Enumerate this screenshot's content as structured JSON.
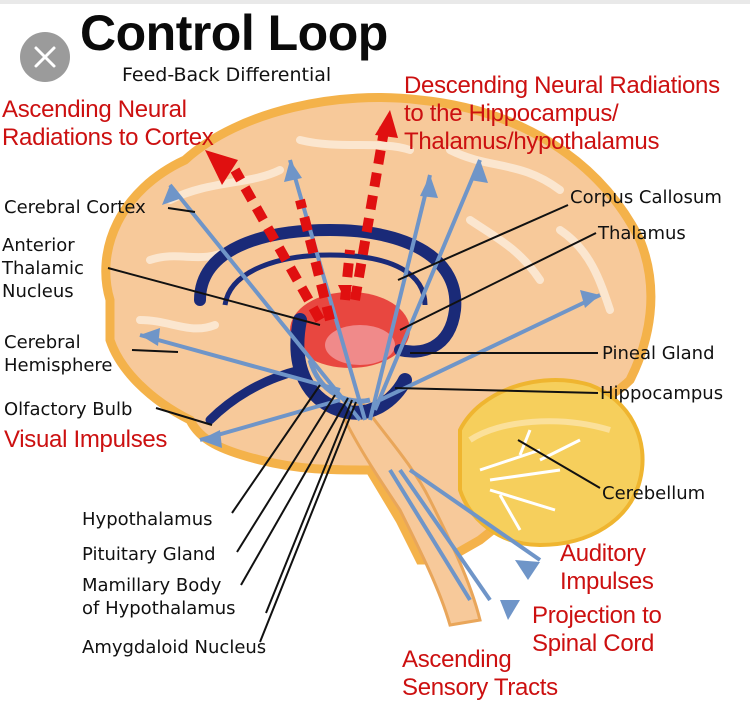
{
  "title": "Control Loop",
  "subtitle": "Feed-Back Differential",
  "labels": {
    "ascending_neural": "Ascending Neural\nRadiations to Cortex",
    "descending_neural": "Descending Neural Radiations\nto the Hippocampus/\nThalamus/hypothalamus",
    "cerebral_cortex": "Cerebral Cortex",
    "anterior_thalamic": "Anterior\nThalamic\nNucleus",
    "cerebral_hemisphere": "Cerebral\nHemisphere",
    "olfactory_bulb": "Olfactory Bulb",
    "visual_impulses": "Visual Impulses",
    "corpus_callosum": "Corpus Callosum",
    "thalamus": "Thalamus",
    "pineal_gland": "Pineal Gland",
    "hippocampus": "Hippocampus",
    "cerebellum": "Cerebellum",
    "hypothalamus": "Hypothalamus",
    "pituitary_gland": "Pituitary Gland",
    "mamillary_body": "Mamillary Body\nof Hypothalamus",
    "amygdaloid": "Amygdaloid Nucleus",
    "auditory_impulses": "Auditory\nImpulses",
    "projection_spinal": "Projection to\nSpinal Cord",
    "ascending_sensory": "Ascending\nSensory Tracts"
  },
  "icons": {
    "close": "close-icon"
  },
  "colors": {
    "brain": "#f7c99a",
    "brain_outline": "#f4b24a",
    "cerebellum": "#f6cf5c",
    "limbic": "#1a2a78",
    "pathway": "#6f95c8",
    "red_text": "#cc1010",
    "red_arrow": "#e01010"
  }
}
